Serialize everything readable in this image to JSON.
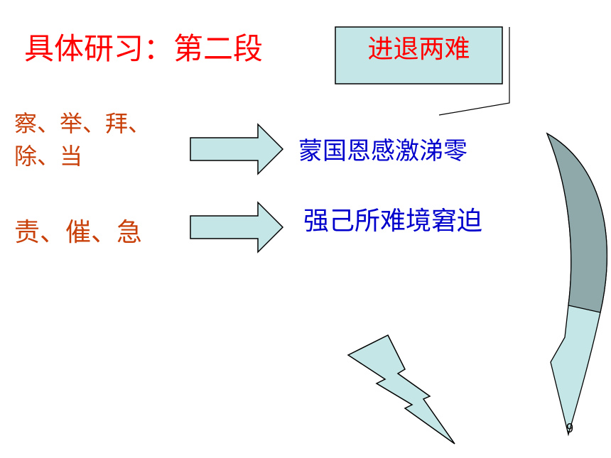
{
  "slide": {
    "title": "具体研习：第二段",
    "box_label": "进退两难",
    "left_items": {
      "line1": "察、举、拜、",
      "line2": "除、当",
      "line3": "责、催、急"
    },
    "right_items": {
      "line1": "蒙国恩感激涕零",
      "line2": "强己所难境窘迫"
    },
    "page_number": "9"
  },
  "colors": {
    "title": "#ff0000",
    "left_text": "#c8400a",
    "right_text": "#0000cc",
    "shape_fill": "#c5e6e6",
    "curved_arrow_fill": "#8fa9ab"
  },
  "icons": [
    "right-arrow-icon",
    "curved-arrow-icon",
    "lightning-icon"
  ]
}
